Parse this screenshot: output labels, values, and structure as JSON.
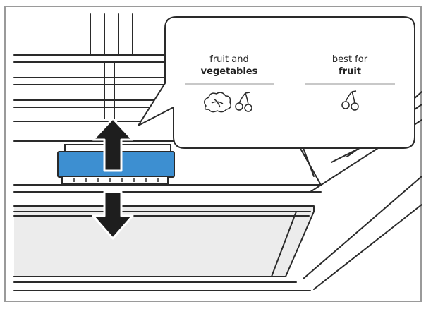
{
  "callout": {
    "left_option": {
      "line1": "fruit and",
      "line2": "vegetables",
      "icons": [
        "vegetables-icon",
        "cherries-icon"
      ]
    },
    "right_option": {
      "line1": "best for",
      "line2": "fruit",
      "icons": [
        "cherries-icon"
      ]
    }
  },
  "controls": {
    "slider_color": "#3d8fd1",
    "arrow_icon": "up-down-arrow-icon"
  },
  "colors": {
    "line": "#2a2a2a",
    "divider": "#c8c8c8",
    "frame": "#9a9a9a"
  }
}
